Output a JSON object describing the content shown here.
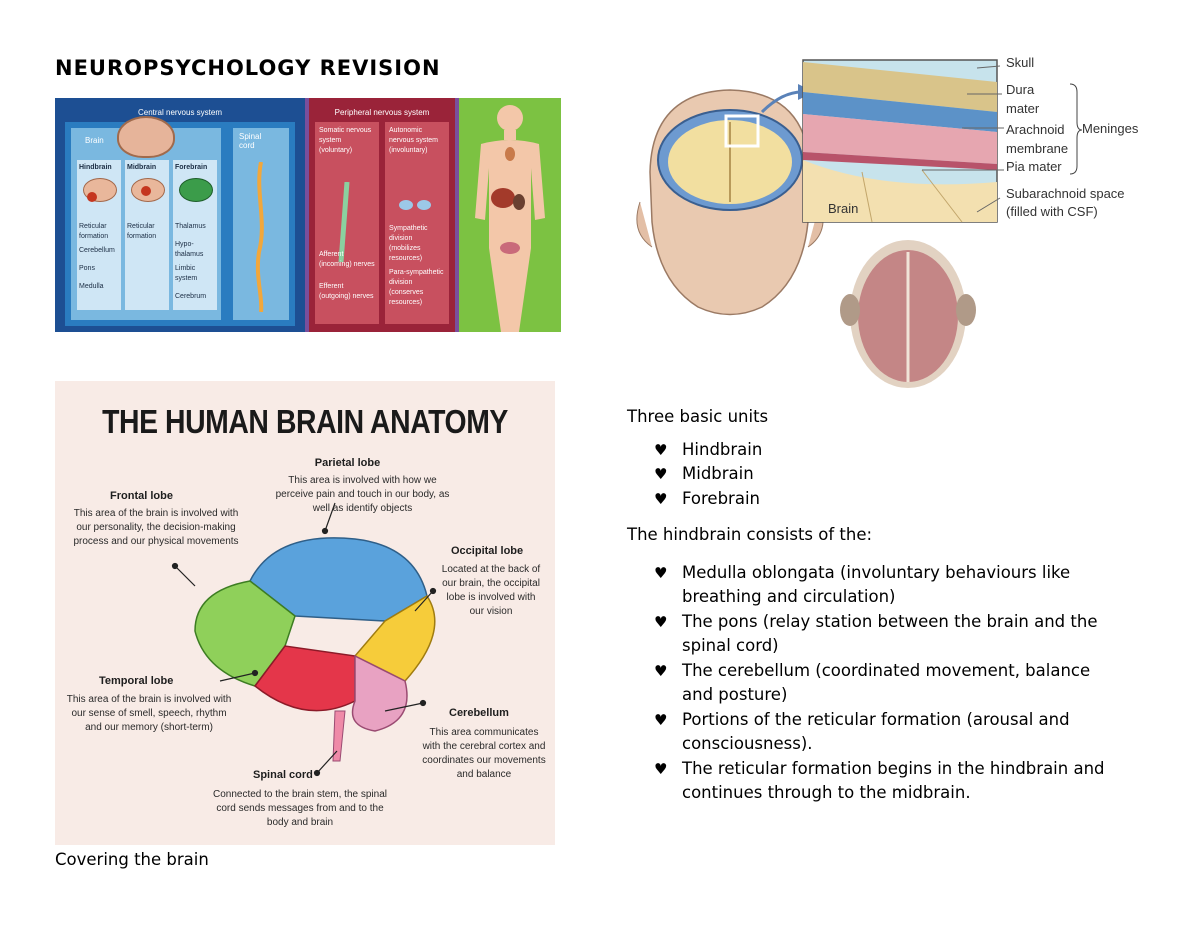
{
  "page_title": "NEUROPSYCHOLOGY REVISION",
  "nervous_system": {
    "cns_title": "Central nervous system",
    "pns_title": "Peripheral nervous system",
    "brain": "Brain",
    "spinal_cord": "Spinal cord",
    "hindbrain": {
      "title": "Hindbrain",
      "items": [
        "Reticular formation",
        "Cerebellum",
        "Pons",
        "Medulla"
      ]
    },
    "midbrain": {
      "title": "Midbrain",
      "items": [
        "Reticular formation"
      ]
    },
    "forebrain": {
      "title": "Forebrain",
      "items": [
        "Thalamus",
        "Hypo-thalamus",
        "Limbic system",
        "Cerebrum"
      ]
    },
    "somatic": {
      "title": "Somatic nervous system (voluntary)",
      "items": [
        "Afferent (incoming) nerves",
        "Efferent (outgoing) nerves"
      ]
    },
    "autonomic": {
      "title": "Autonomic nervous system (involuntary)",
      "items": [
        "Sympathetic division (mobilizes resources)",
        "Para-sympathetic division (conserves resources)"
      ]
    }
  },
  "meninges": {
    "skull": "Skull",
    "dura": "Dura mater",
    "arachnoid": "Arachnoid membrane",
    "meninges": "Meninges",
    "pia": "Pia mater",
    "subarachnoid": "Subarachnoid space (filled with CSF)",
    "brain": "Brain"
  },
  "anatomy": {
    "title": "THE HUMAN BRAIN ANATOMY",
    "parietal": {
      "name": "Parietal lobe",
      "desc": "This area is involved with how we perceive pain and touch in our body, as well as identify objects"
    },
    "frontal": {
      "name": "Frontal lobe",
      "desc": "This area of the brain is involved with our personality, the decision-making process and our physical movements"
    },
    "occipital": {
      "name": "Occipital lobe",
      "desc": "Located at the back of our brain, the occipital lobe is involved with our vision"
    },
    "temporal": {
      "name": "Temporal lobe",
      "desc": "This area of the brain is involved with our sense of smell, speech, rhythm and our memory (short-term)"
    },
    "cerebellum": {
      "name": "Cerebellum",
      "desc": "This area communicates with the cerebral cortex and coordinates our movements and balance"
    },
    "spinal": {
      "name": "Spinal cord",
      "desc": "Connected to the brain stem, the spinal cord sends messages from and to the body and brain"
    }
  },
  "caption": "Covering the brain",
  "units": {
    "heading": "Three basic units",
    "items": [
      "Hindbrain",
      "Midbrain",
      "Forebrain"
    ]
  },
  "hindbrain_section": {
    "heading": "The hindbrain consists of the:",
    "items": [
      "Medulla oblongata (involuntary behaviours like breathing and circulation)",
      "The pons (relay station between the brain and the spinal cord)",
      "The cerebellum (coordinated movement, balance and posture)",
      "Portions of the reticular formation (arousal and consciousness).",
      "The reticular formation begins in the hindbrain and continues through to the midbrain."
    ]
  },
  "bullet_glyph": "♥",
  "colors": {
    "cns_blue": "#1d4f93",
    "pns_red": "#9a2339",
    "body_green": "#7cc242"
  }
}
